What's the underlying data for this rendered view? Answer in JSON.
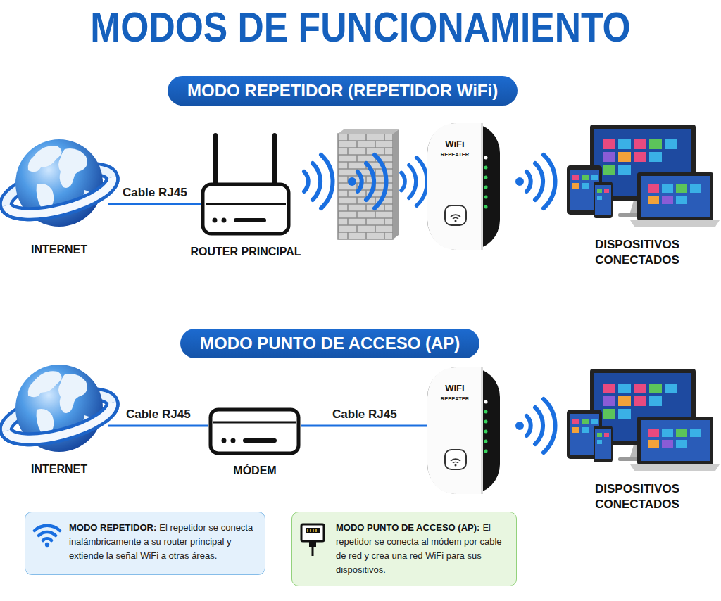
{
  "diagram": {
    "title": "MODOS DE FUNCIONAMIENTO",
    "nodes": [
      {
        "text": [
          "MODO REPETIDOR (REPETIDOR WiFi)"
        ]
      },
      {
        "text": [
          "INTERNET"
        ]
      },
      {
        "text": [
          "ROUTER PRINCIPAL"
        ]
      },
      {
        "text": [
          "WiFi",
          "REPEATER"
        ]
      },
      {
        "text": [
          "DISPOSITIVOS CONECTADOS"
        ]
      },
      {
        "text": [
          "MODO PUNTO DE ACCESO (AP)"
        ]
      },
      {
        "text": [
          "INTERNET"
        ]
      },
      {
        "text": [
          "MÓDEM"
        ]
      },
      {
        "text": [
          "WiFi",
          "REPEATER"
        ]
      },
      {
        "text": [
          "DISPOSITIVOS CONECTADOS"
        ]
      },
      {
        "text": [
          "MODO REPETIDOR:",
          "El repetidor se conecta inalámbricamente a su router principal y extiende la señal WiFi a otras áreas."
        ]
      },
      {
        "text": [
          "MODO PUNTO DE ACCESO (AP):",
          "El repetidor se conecta al módem por cable de red y crea una red WiFi para sus dispositivos."
        ]
      }
    ],
    "edges": [
      {
        "from": 1,
        "to": 2,
        "arrow": "none",
        "label": "Cable RJ45"
      },
      {
        "from": 6,
        "to": 7,
        "arrow": "none",
        "label": "Cable RJ45"
      },
      {
        "from": 7,
        "to": 8,
        "arrow": "none",
        "label": "Cable RJ45"
      }
    ]
  }
}
